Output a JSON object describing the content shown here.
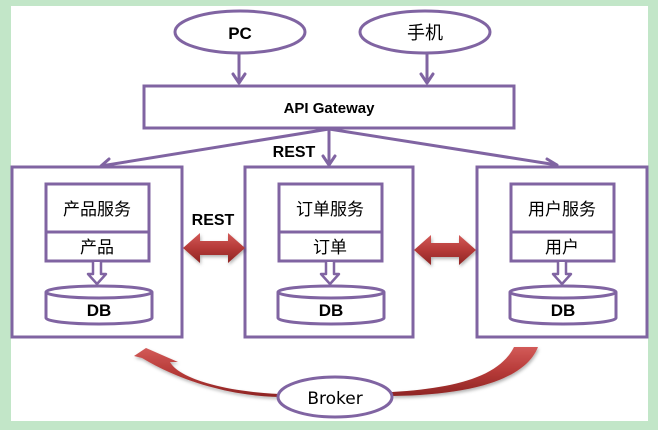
{
  "diagram": {
    "title": "Microservice Architecture",
    "clients": [
      {
        "id": "pc",
        "label": "PC"
      },
      {
        "id": "mobile",
        "label": "手机"
      }
    ],
    "gateway": {
      "label": "API Gateway"
    },
    "gateway_protocol_label": "REST",
    "services": [
      {
        "id": "product",
        "service_label": "产品服务",
        "entity_label": "产品",
        "db_label": "DB"
      },
      {
        "id": "order",
        "service_label": "订单服务",
        "entity_label": "订单",
        "db_label": "DB"
      },
      {
        "id": "user",
        "service_label": "用户服务",
        "entity_label": "用户",
        "db_label": "DB"
      }
    ],
    "inter_service_protocol_label": "REST",
    "broker": {
      "label": "Broker"
    },
    "colors": {
      "background_border": "#c2e6c8",
      "stroke": "#8064a2",
      "arrow_red": "#b03434"
    }
  }
}
